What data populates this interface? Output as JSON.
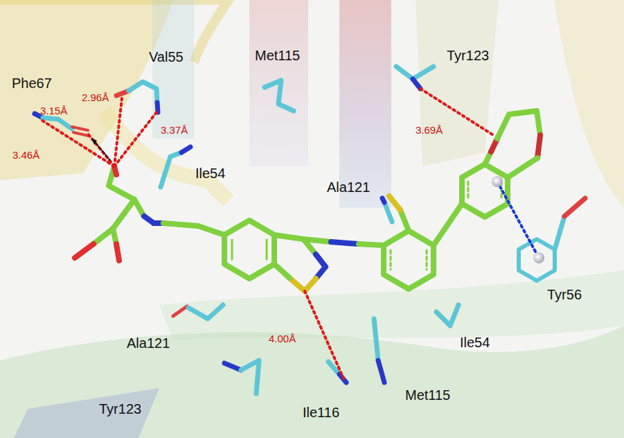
{
  "diagram": {
    "labels": [
      "Phe67",
      "2.96Å",
      "Val55",
      "Met115",
      "Tyr123",
      "3.15Å",
      "3.37Å",
      "3.46Å",
      "Ile54",
      "3.69Å",
      "Ala121",
      "Tyr56",
      "Ala121",
      "4.00Å",
      "Ile54",
      "Tyr123",
      "Ile116",
      "Met115"
    ]
  }
}
